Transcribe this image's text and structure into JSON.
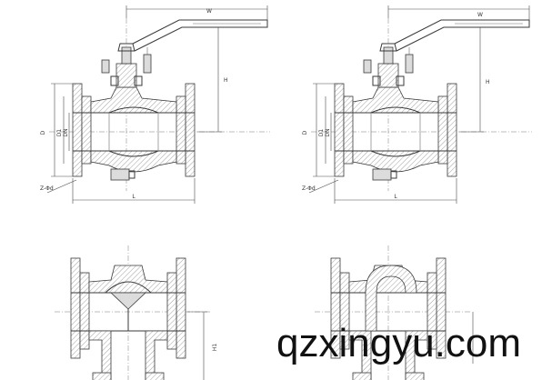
{
  "views": {
    "left_top": {
      "W": "W",
      "H": "H",
      "D": "D",
      "D1": "D1",
      "DN": "DN",
      "Z": "Z-Φd",
      "L": "L"
    },
    "right_top": {
      "W": "W",
      "H": "H",
      "D": "D",
      "D1": "D1",
      "DN": "DN",
      "Z": "Z-Φd",
      "L": "L"
    },
    "left_bottom": {
      "H1": "H1"
    }
  },
  "watermark": {
    "text": "qzxingyu.com"
  }
}
